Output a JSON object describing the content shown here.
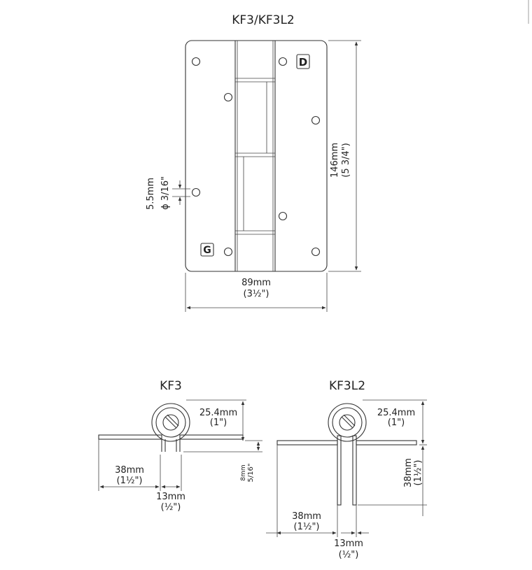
{
  "top_view": {
    "title": "KF3/KF3L2",
    "height_mm": "146mm",
    "height_in": "(5 3/4\")",
    "width_mm": "89mm",
    "width_in": "(3½\")",
    "hole_mm": "5.5mm",
    "hole_in": "ϕ 3/16\"",
    "logo_left": "G",
    "logo_right": "D"
  },
  "kf3_view": {
    "title": "KF3",
    "knuckle_mm": "25.4mm",
    "knuckle_in": "(1\")",
    "leaf_mm": "38mm",
    "leaf_in": "(1½\")",
    "gap_mm": "13mm",
    "gap_in": "(½\")",
    "offset_mm": "8mm",
    "offset_in": "5/16\""
  },
  "kf3l2_view": {
    "title": "KF3L2",
    "knuckle_mm": "25.4mm",
    "knuckle_in": "(1\")",
    "drop_mm": "38mm",
    "drop_in": "(1½\")",
    "leaf_mm": "38mm",
    "leaf_in": "(1½\")",
    "gap_mm": "13mm",
    "gap_in": "(½\")"
  },
  "colors": {
    "line": "#333333",
    "background": "#ffffff"
  }
}
